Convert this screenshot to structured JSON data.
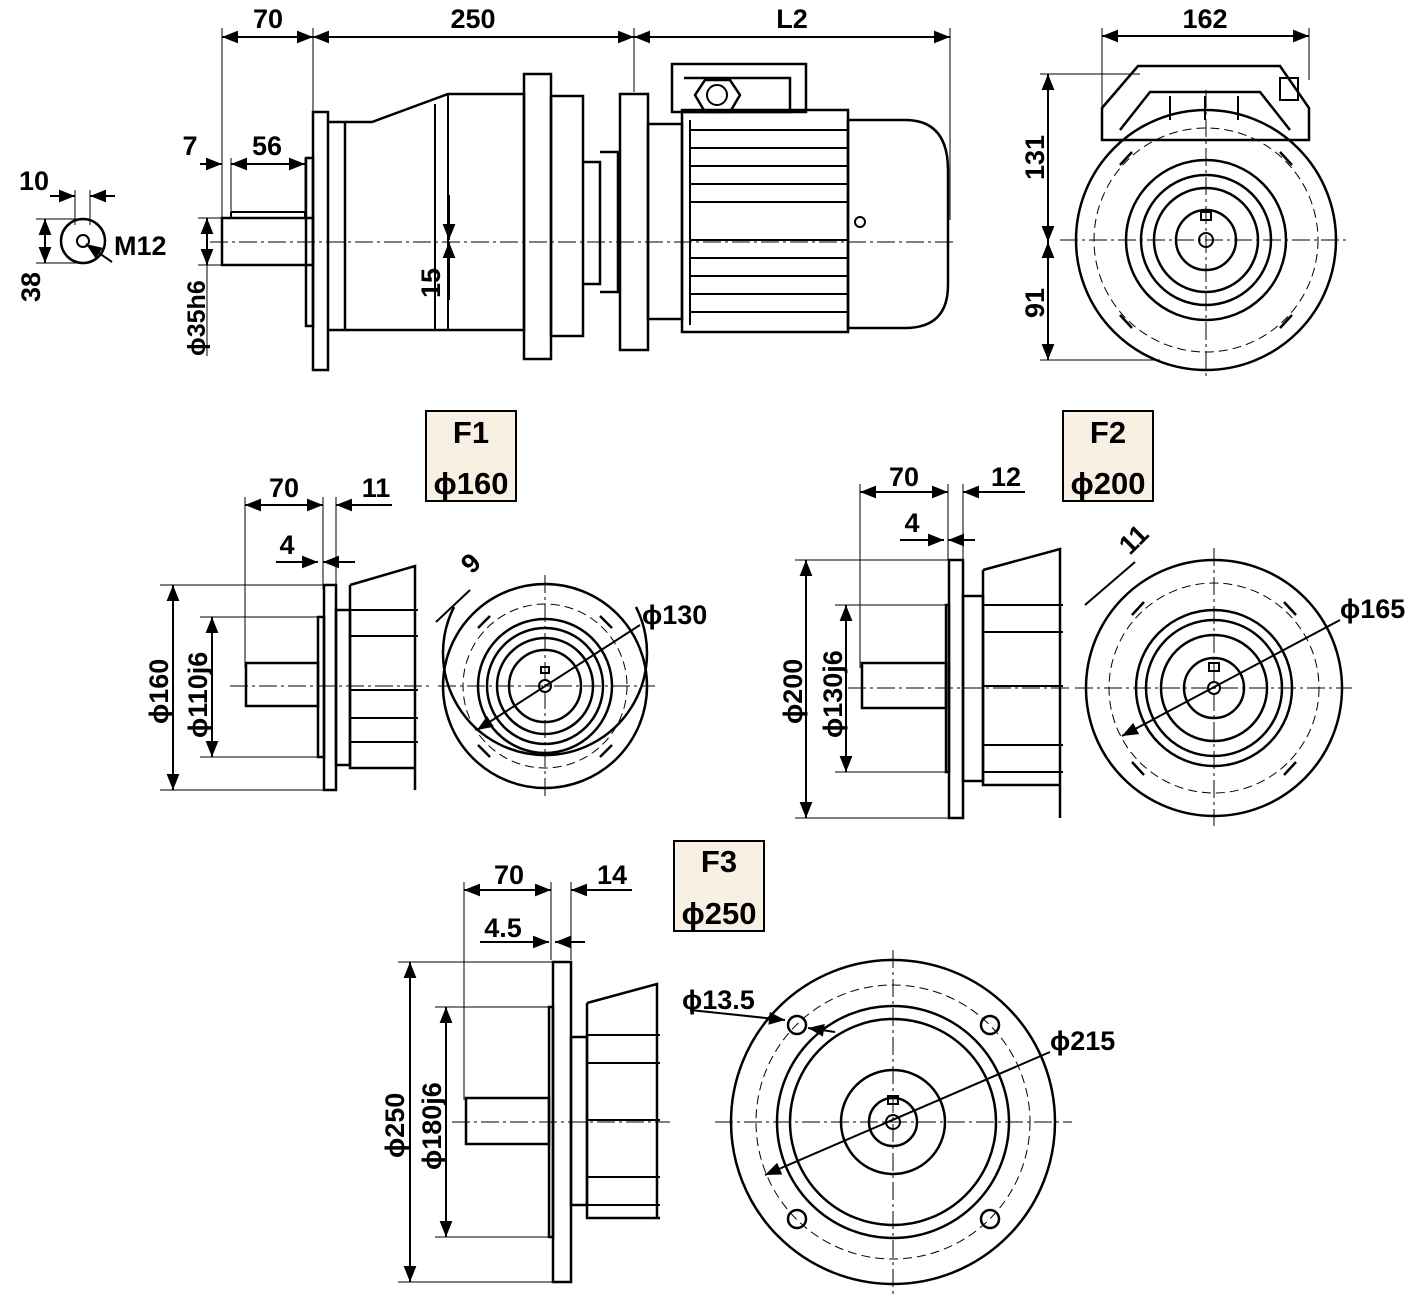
{
  "main_view": {
    "dim_70": "70",
    "dim_250": "250",
    "dim_l2": "L2",
    "dim_7": "7",
    "dim_56": "56",
    "dim_15": "15",
    "dim_shaft": "ϕ35h6"
  },
  "key_detail": {
    "dim_10": "10",
    "dim_38": "38",
    "thread": "M12"
  },
  "end_view": {
    "dim_162": "162",
    "dim_131": "131",
    "dim_91": "91"
  },
  "flanges": [
    {
      "code": "F1",
      "size": "ϕ160",
      "dim_70": "70",
      "dim_thick": "11",
      "dim_spigot": "4",
      "dim_outer": "ϕ160",
      "dim_pilot": "ϕ110j6",
      "dim_slot": "9",
      "dim_pcd": "ϕ130"
    },
    {
      "code": "F2",
      "size": "ϕ200",
      "dim_70": "70",
      "dim_thick": "12",
      "dim_spigot": "4",
      "dim_outer": "ϕ200",
      "dim_pilot": "ϕ130j6",
      "dim_slot": "11",
      "dim_pcd": "ϕ165"
    },
    {
      "code": "F3",
      "size": "ϕ250",
      "dim_70": "70",
      "dim_thick": "14",
      "dim_spigot": "4.5",
      "dim_outer": "ϕ250",
      "dim_pilot": "ϕ180j6",
      "dim_hole": "ϕ13.5",
      "dim_pcd": "ϕ215"
    }
  ]
}
